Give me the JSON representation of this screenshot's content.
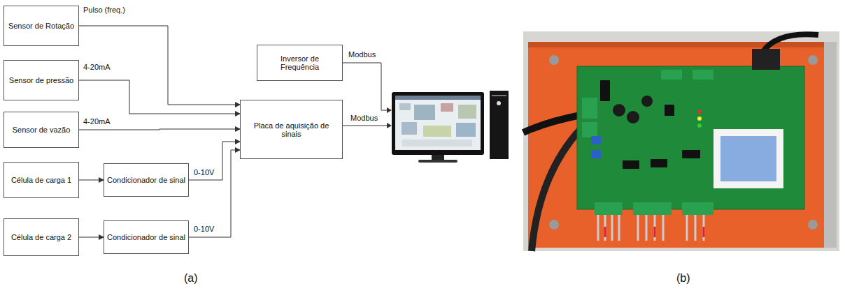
{
  "diagram": {
    "nodes": [
      {
        "text": [
          "Sensor de Rotação"
        ]
      },
      {
        "text": [
          "Sensor de pressão"
        ]
      },
      {
        "text": [
          "Sensor de vazão"
        ]
      },
      {
        "text": [
          "Célula de carga 1"
        ]
      },
      {
        "text": [
          "Condicionador  de sinal"
        ]
      },
      {
        "text": [
          "Célula de carga 2"
        ]
      },
      {
        "text": [
          "Condicionador  de sinal"
        ]
      },
      {
        "text": [
          "Inversor de Frequência"
        ]
      },
      {
        "text": [
          "Placa de aquisição  de sinais"
        ]
      }
    ],
    "edges": [
      {
        "from": 0,
        "to": 8,
        "label": "Pulso (freq.)",
        "arrow": "to"
      },
      {
        "from": 1,
        "to": 8,
        "label": "4-20mA",
        "arrow": "to"
      },
      {
        "from": 2,
        "to": 8,
        "label": "4-20mA",
        "arrow": "to"
      },
      {
        "from": 3,
        "to": 4,
        "arrow": "to"
      },
      {
        "from": 5,
        "to": 6,
        "arrow": "to"
      },
      {
        "from": 4,
        "to": 8,
        "label": "0-10V",
        "arrow": "to"
      },
      {
        "from": 6,
        "to": 8,
        "label": "0-10V",
        "arrow": "to"
      }
    ],
    "labels": [
      "Modbus",
      "Modbus",
      "(a)",
      "(b)"
    ]
  }
}
